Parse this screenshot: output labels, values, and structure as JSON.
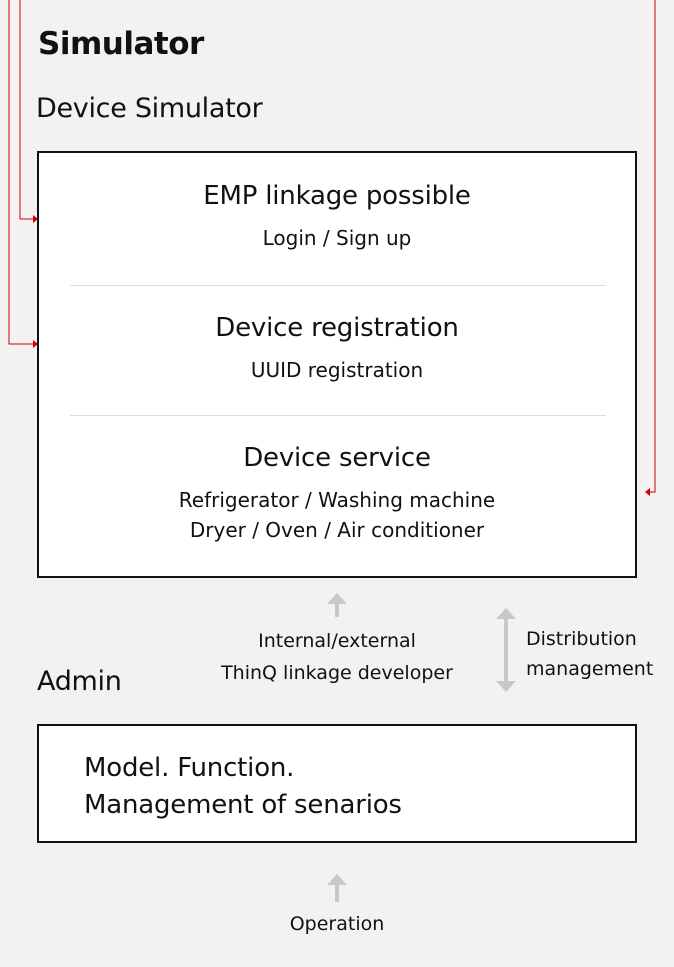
{
  "page": {
    "title": "Simulator",
    "subtitle": "Device Simulator"
  },
  "simulator": {
    "sections": [
      {
        "title": "EMP linkage possible",
        "lines": [
          "Login / Sign up"
        ]
      },
      {
        "title": "Device registration",
        "lines": [
          "UUID registration"
        ]
      },
      {
        "title": "Device service",
        "lines": [
          "Refrigerator / Washing machine",
          "Dryer / Oven / Air conditioner"
        ]
      }
    ]
  },
  "flow": {
    "developer_line1": "Internal/external",
    "developer_line2": "ThinQ linkage developer",
    "distribution_line1": "Distribution",
    "distribution_line2": "management"
  },
  "admin": {
    "title": "Admin",
    "line1": "Model. Function.",
    "line2": "Management of senarios"
  },
  "operation": {
    "label": "Operation"
  },
  "colors": {
    "connector": "#d40000",
    "arrow": "#c8c8c8",
    "border": "#111111"
  }
}
